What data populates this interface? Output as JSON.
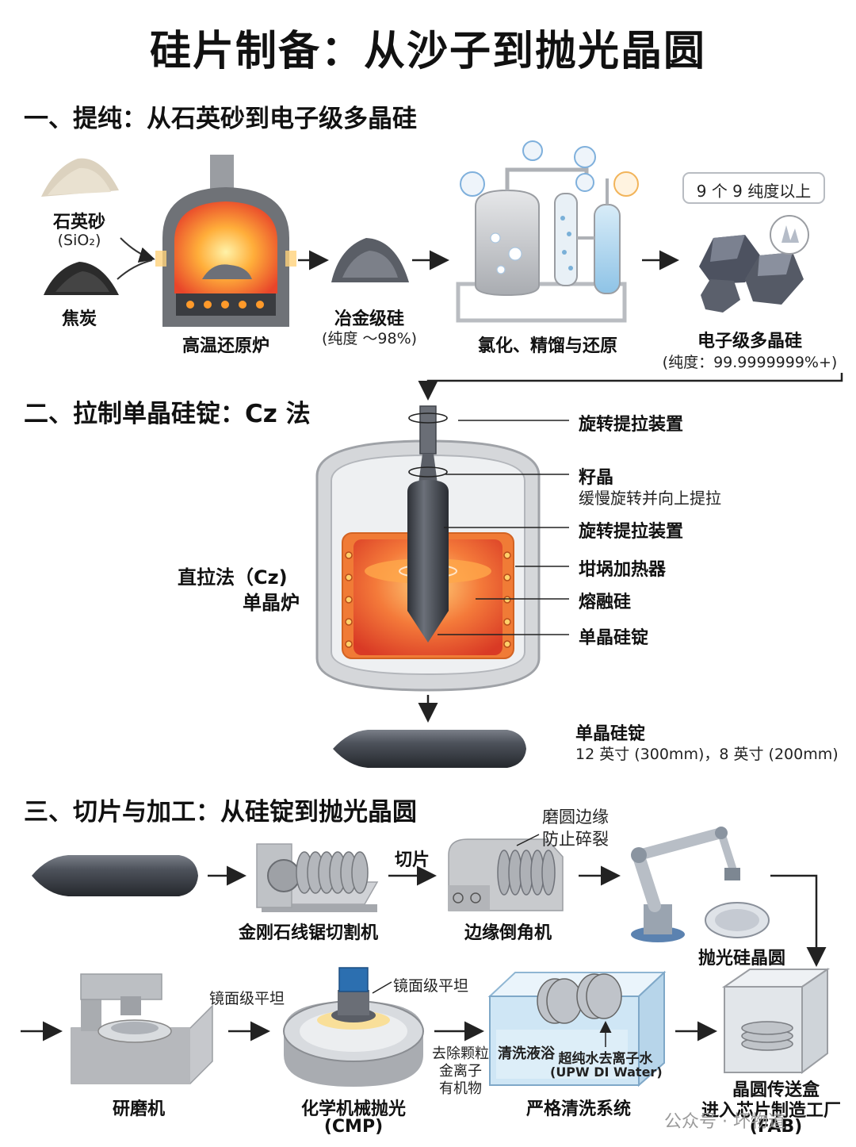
{
  "title": "硅片制备：从沙子到抛光晶圆",
  "section1": {
    "heading": "一、提纯：从石英砂到电子级多晶硅",
    "quartz_sand": "石英砂",
    "quartz_formula": "(SiO₂)",
    "coke": "焦炭",
    "furnace": "高温还原炉",
    "mg_silicon": "冶金级硅",
    "mg_purity": "(纯度 ～98%)",
    "process": "氯化、精馏与还原",
    "nines_badge": "9 个 9 纯度以上",
    "eg_silicon": "电子级多晶硅",
    "eg_purity": "(纯度：99.9999999%+)"
  },
  "section2": {
    "heading": "二、拉制单晶硅锭：Cz 法",
    "furnace_line1": "直拉法（Cz)",
    "furnace_line2": "单晶炉",
    "callout_rotate1": "旋转提拉装置",
    "callout_seed": "籽晶",
    "callout_seed_desc": "缓慢旋转并向上提拉",
    "callout_rotate2": "旋转提拉装置",
    "callout_heater": "坩埚加热器",
    "callout_melt": "熔融硅",
    "callout_ingot": "单晶硅锭",
    "ingot_title": "单晶硅锭",
    "ingot_sizes": "12 英寸 (300mm)，8 英寸 (200mm)"
  },
  "section3": {
    "heading": "三、切片与加工：从硅锭到抛光晶圆",
    "saw": "金刚石线锯切割机",
    "slice": "切片",
    "edge_note1": "磨圆边缘",
    "edge_note2": "防止碎裂",
    "chamfer": "边缘倒角机",
    "polished": "抛光硅晶圆",
    "grinder": "研磨机",
    "mirror1": "镜面级平坦",
    "mirror2": "镜面级平坦",
    "cmp1": "化学机械抛光",
    "cmp2": "(CMP)",
    "remove1": "去除颗粒",
    "remove2": "金离子",
    "remove3": "有机物",
    "bath": "清洗液浴",
    "upw1": "超纯水去离子水",
    "upw2": "(UPW DI Water)",
    "clean": "严格清洗系统",
    "box1": "晶圆传送盒",
    "box2": "进入芯片制造工厂",
    "box3": "(FAB)"
  },
  "watermark": "公众号 · 坏物道"
}
